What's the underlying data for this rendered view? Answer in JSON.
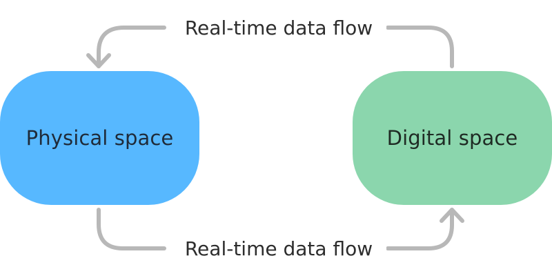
{
  "diagram": {
    "nodes": {
      "physical": {
        "label": "Physical space",
        "color": "#57B8FF"
      },
      "digital": {
        "label": "Digital space",
        "color": "#8BD6AD"
      }
    },
    "flows": {
      "top": {
        "label": "Real-time data flow",
        "from": "Digital space",
        "to": "Physical space"
      },
      "bottom": {
        "label": "Real-time data flow",
        "from": "Physical space",
        "to": "Digital space"
      }
    },
    "connector_color": "#B8B8B8"
  }
}
